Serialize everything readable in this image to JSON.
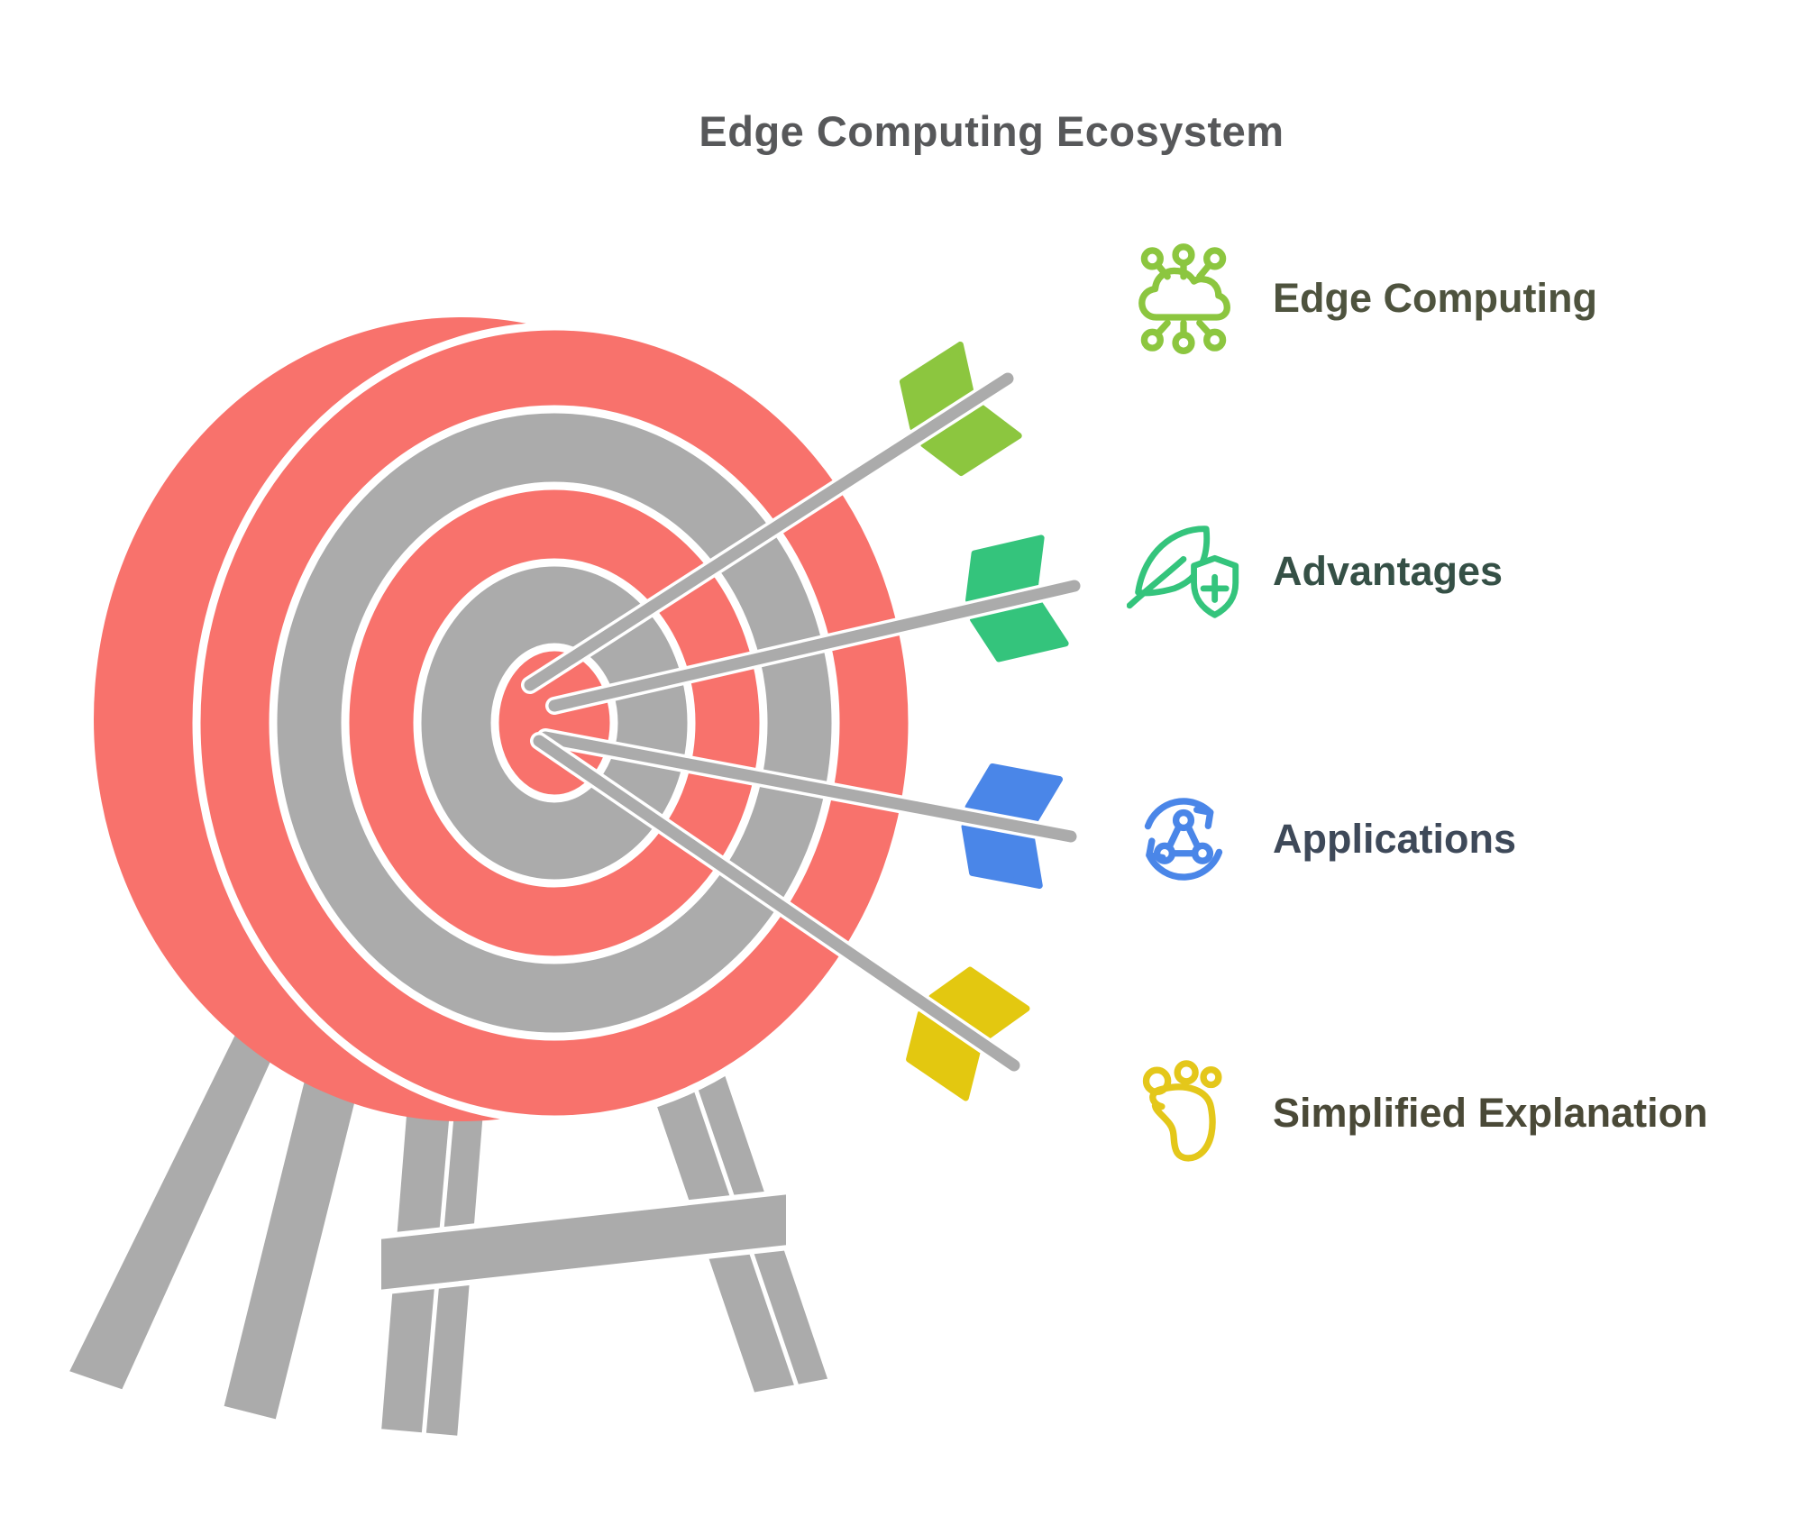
{
  "title": {
    "text": "Edge Computing Ecosystem",
    "color": "#57585A"
  },
  "legend": {
    "items": [
      {
        "label": "Edge Computing",
        "icon": "cloud-network-icon",
        "icon_color": "#8CC63F",
        "label_color": "#4E533E"
      },
      {
        "label": "Advantages",
        "icon": "leaf-shield-plus-icon",
        "icon_color": "#34C47C",
        "label_color": "#355046"
      },
      {
        "label": "Applications",
        "icon": "sync-triangle-network-icon",
        "icon_color": "#4A86E8",
        "label_color": "#3E4959"
      },
      {
        "label": "Simplified Explanation",
        "icon": "footprint-icon",
        "icon_color": "#E4C71A",
        "label_color": "#4A4937"
      }
    ]
  },
  "illustration": {
    "name": "archery-target-with-four-arrows",
    "colors": {
      "ring_red": "#F8726C",
      "ring_gray": "#ABABAB",
      "stand_gray": "#ABABAB",
      "arrow_shaft": "#ABABAB",
      "fletching": [
        "#8CC63F",
        "#34C47C",
        "#4A86E8",
        "#E3C810"
      ]
    }
  }
}
